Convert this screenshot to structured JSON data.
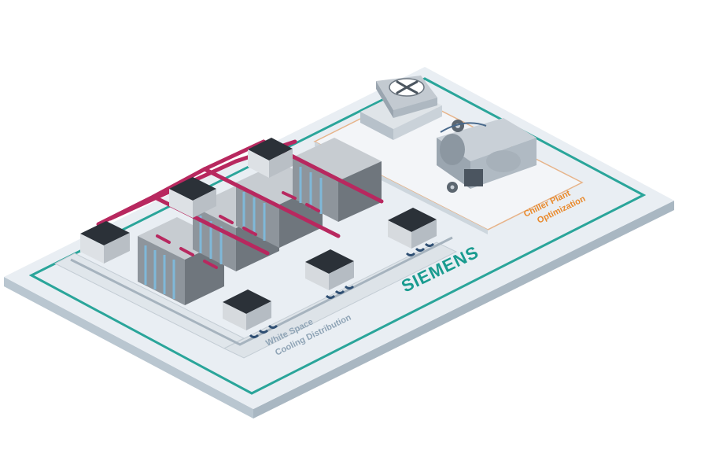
{
  "labels": {
    "white_space_line1": "White Space",
    "white_space_line2": "Cooling Distribution",
    "chiller_line1": "Chiller Plant",
    "chiller_line2": "Optimization",
    "brand": "SIEMENS"
  },
  "colors": {
    "floor_top": "#e9eef3",
    "floor_side": "#b9c6d0",
    "teal_line": "#2aa59a",
    "pipe_magenta": "#b8285f",
    "pipe_blue": "#2f4f73",
    "rack_front": "#8e959c",
    "rack_side": "#6f767d",
    "rack_top": "#c7ccd1",
    "rack_screen": "#7fb8d8",
    "unit_light": "#d6dade",
    "orange_label": "#e9892b",
    "brand_teal": "#199b8f",
    "label_gray": "#8ea3b5"
  },
  "icons": {
    "cooling_tower": "fan-icon",
    "chiller": "chiller-icon"
  }
}
